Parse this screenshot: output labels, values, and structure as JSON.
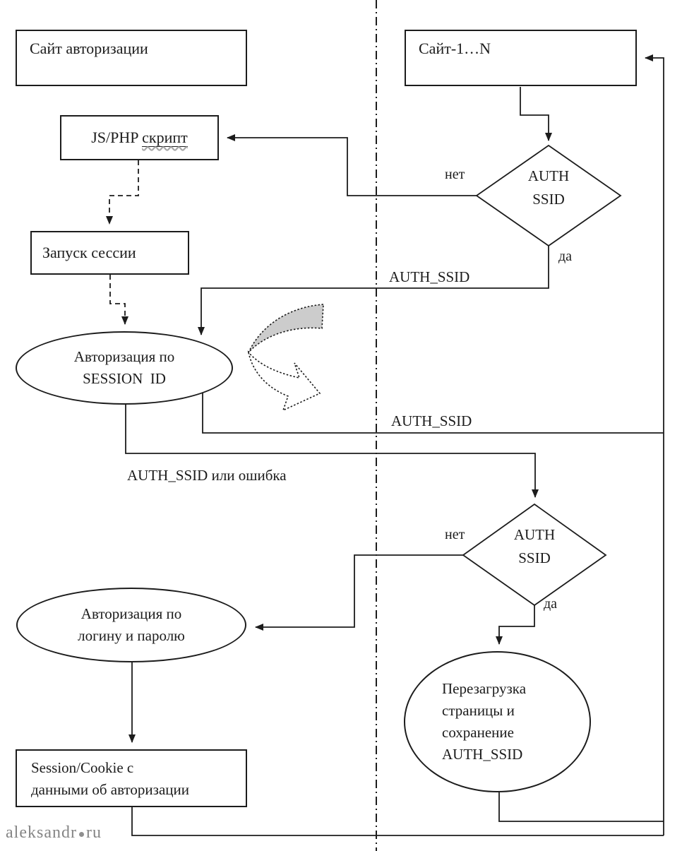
{
  "diagram": {
    "nodes": {
      "auth_site_box": {
        "label": "Сайт авторизации"
      },
      "sites_box": {
        "label": "Сайт-1…N"
      },
      "js_php_box": {
        "label_prefix": "JS/PHP ",
        "label_underlined": "скрипт"
      },
      "session_start_box": {
        "label": "Запуск сессии"
      },
      "session_auth_ellipse": {
        "line1": "Авторизация по",
        "line2": "SESSION  ID"
      },
      "decision1": {
        "line1": "AUTH",
        "line2": "SSID"
      },
      "decision2": {
        "line1": "AUTH",
        "line2": "SSID"
      },
      "login_auth_ellipse": {
        "line1": "Авторизация по",
        "line2": "логину и паролю"
      },
      "reload_circle": {
        "line1": "Перезагрузка",
        "line2": "страницы и",
        "line3": "сохранение",
        "line4": "AUTH_SSID"
      },
      "session_cookie_box": {
        "line1": "Session/Cookie с",
        "line2": "данными об авторизации"
      }
    },
    "edge_labels": {
      "decision1_no": "нет",
      "decision1_yes": "да",
      "auth_ssid_upper": "AUTH_SSID",
      "auth_ssid_lower": "AUTH_SSID",
      "auth_ssid_or_error": "AUTH_SSID или ошибка",
      "decision2_no": "нет",
      "decision2_yes": "да"
    },
    "watermark": {
      "name": "aleksandr",
      "tld": "ru"
    },
    "colors": {
      "line": "#1c1c1c",
      "gray_arrow_fill": "#cccccc",
      "watermark_text": "#858585",
      "watermark_dot": "#8f8f8f",
      "squiggle": "#a9a9a9"
    }
  }
}
